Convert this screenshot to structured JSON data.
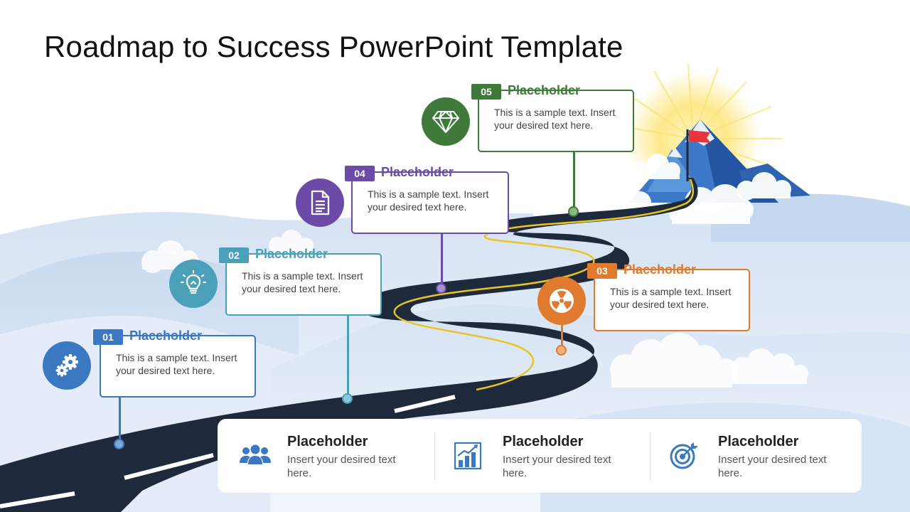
{
  "title": "Roadmap to Success PowerPoint Template",
  "colors": {
    "step1": "#3a78c2",
    "step2": "#4aa0b8",
    "step3": "#e07a2e",
    "step4": "#6b4aa8",
    "step5": "#3f7a3a",
    "road": "#1e2a3c",
    "sky_hills": "#dbe7f5"
  },
  "steps": [
    {
      "number": "01",
      "heading": "Placeholder",
      "text": "This is a sample text. Insert your desired text here.",
      "icon": "gears-icon"
    },
    {
      "number": "02",
      "heading": "Placeholder",
      "text": "This is a sample text. Insert your desired text here.",
      "icon": "lightbulb-icon"
    },
    {
      "number": "03",
      "heading": "Placeholder",
      "text": "This is a sample text. Insert your desired text here.",
      "icon": "radiation-icon"
    },
    {
      "number": "04",
      "heading": "Placeholder",
      "text": "This is a sample text. Insert your desired text here.",
      "icon": "document-icon"
    },
    {
      "number": "05",
      "heading": "Placeholder",
      "text": "This is a sample text. Insert your desired text here.",
      "icon": "diamond-icon"
    }
  ],
  "panel": [
    {
      "heading": "Placeholder",
      "text": "Insert your desired text here.",
      "icon": "team-icon"
    },
    {
      "heading": "Placeholder",
      "text": "Insert your desired text here.",
      "icon": "bar-chart-icon"
    },
    {
      "heading": "Placeholder",
      "text": "Insert your desired text here.",
      "icon": "target-icon"
    }
  ]
}
